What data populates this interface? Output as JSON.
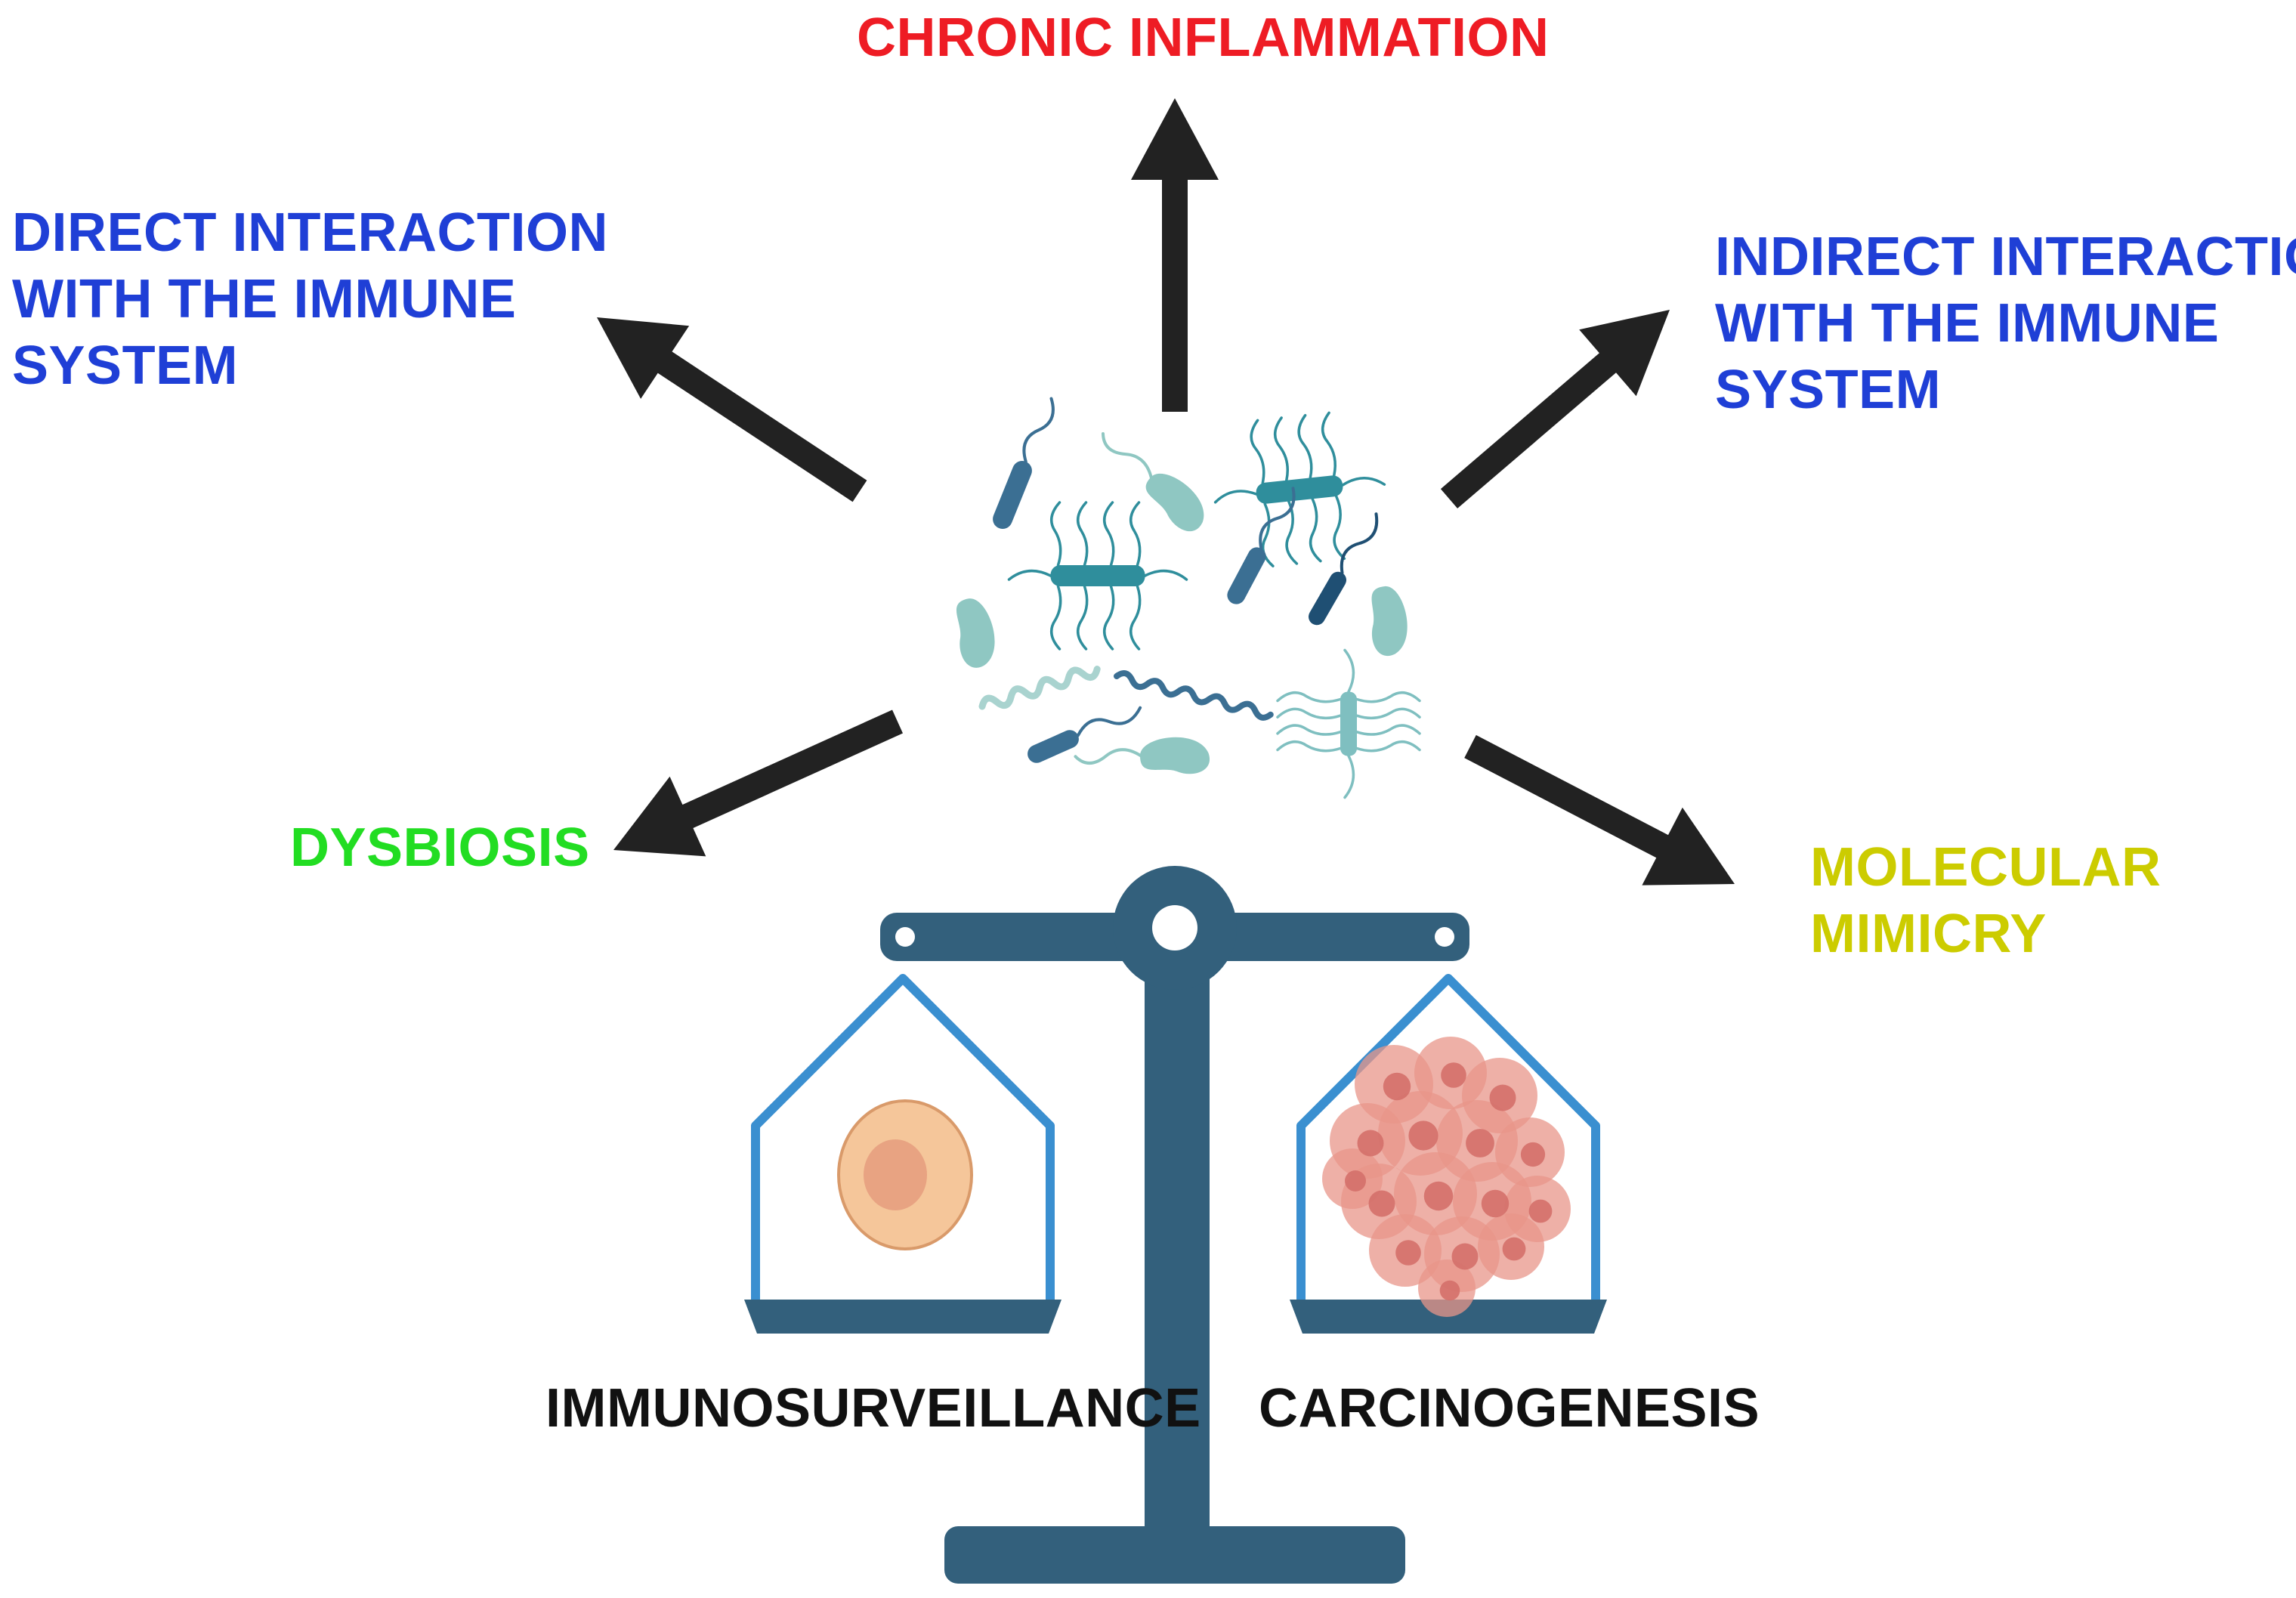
{
  "labels": {
    "chronic_inflammation": "CHRONIC INFLAMMATION",
    "direct_interaction": [
      "DIRECT INTERACTION",
      "WITH THE IMMUNE",
      "SYSTEM"
    ],
    "indirect_interaction": [
      "INDIRECT INTERACTION",
      "WITH THE IMMUNE",
      "SYSTEM"
    ],
    "dysbiosis": "DYSBIOSIS",
    "molecular_mimicry": [
      "MOLECULAR",
      "MIMICRY"
    ],
    "immunosurveillance": "IMMUNOSURVEILLANCE",
    "carcinogenesis": "CARCINOGENESIS"
  },
  "colors": {
    "chronic_inflammation": "#ee1c24",
    "interaction": "#1f3fd6",
    "dysbiosis": "#22dd22",
    "molecular_mimicry": "#cccc00",
    "body_text": "#111111",
    "arrow": "#222222",
    "scale": "#33607c",
    "pan_outline": "#3a8fd0",
    "bacteria_dark": "#3b6f93",
    "bacteria_teal": "#2f8e9c",
    "bacteria_light": "#8fc7c2",
    "normal_cell": "#f5c69a",
    "normal_nucleus": "#e8a382",
    "tumor_cell": "#e8958a",
    "tumor_nucleus": "#d4706a"
  },
  "icons": {
    "microbiota": "bacteria-cluster-icon",
    "balance": "balance-scale-icon",
    "normal_cell": "normal-cell-icon",
    "tumor": "tumor-cell-cluster-icon"
  }
}
